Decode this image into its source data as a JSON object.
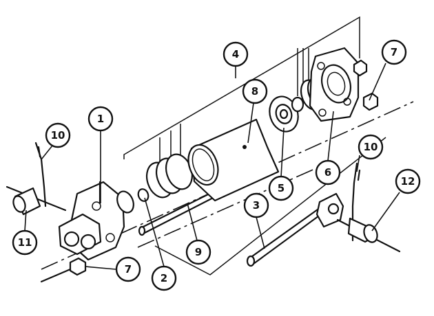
{
  "callouts": [
    {
      "id": "1",
      "label": "1"
    },
    {
      "id": "2",
      "label": "2"
    },
    {
      "id": "3",
      "label": "3"
    },
    {
      "id": "4",
      "label": "4"
    },
    {
      "id": "5",
      "label": "5"
    },
    {
      "id": "6",
      "label": "6"
    },
    {
      "id": "7a",
      "label": "7"
    },
    {
      "id": "7b",
      "label": "7"
    },
    {
      "id": "8",
      "label": "8"
    },
    {
      "id": "9",
      "label": "9"
    },
    {
      "id": "10a",
      "label": "10"
    },
    {
      "id": "10b",
      "label": "10"
    },
    {
      "id": "11",
      "label": "11"
    },
    {
      "id": "12",
      "label": "12"
    }
  ]
}
